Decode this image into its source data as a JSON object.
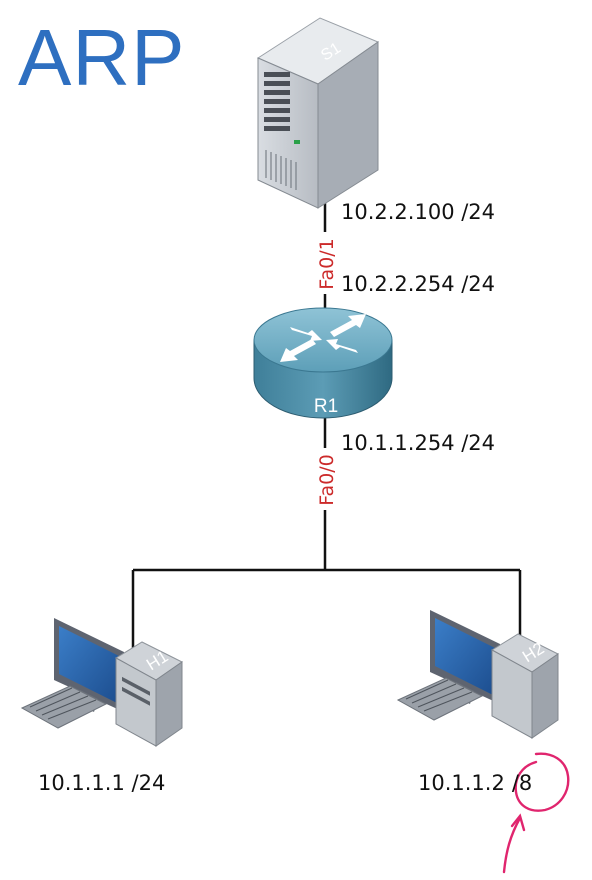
{
  "title": "ARP",
  "colors": {
    "title": "#2e6fc0",
    "interface_label": "#cc2a2a",
    "annotation": "#e0256e",
    "link": "#111111"
  },
  "nodes": {
    "s1": {
      "name": "S1",
      "icon": "server-icon",
      "ip": "10.2.2.100 /24"
    },
    "r1": {
      "name": "R1",
      "icon": "router-icon",
      "ip_top": "10.2.2.254 /24",
      "ip_bottom": "10.1.1.254 /24"
    },
    "h1": {
      "name": "H1",
      "icon": "desktop-computer-icon",
      "ip": "10.1.1.1 /24"
    },
    "h2": {
      "name": "H2",
      "icon": "desktop-computer-icon",
      "ip_host": "10.1.1.2",
      "ip_mask": "/8"
    }
  },
  "interfaces": {
    "fa01": "Fa0/1",
    "fa00": "Fa0/0"
  },
  "annotation": {
    "icon": "hand-drawn-circle-arrow-icon"
  }
}
